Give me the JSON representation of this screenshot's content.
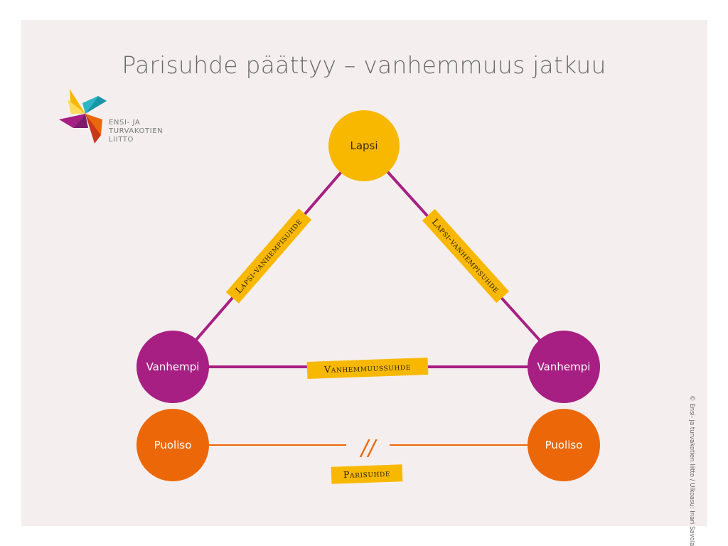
{
  "title": "Parisuhde päättyy – vanhemmuus jatkuu",
  "logo": {
    "lines": [
      "ENSI- JA",
      "TURVAKOTIEN",
      "LIITTO"
    ]
  },
  "nodes": {
    "child": "Lapsi",
    "parent_left": "Vanhempi",
    "parent_right": "Vanhempi",
    "spouse_left": "Puoliso",
    "spouse_right": "Puoliso"
  },
  "relations": {
    "left_edge": "Lapsi-vanhempisuhde",
    "right_edge": "Lapsi-vanhempisuhde",
    "parenthood": "Vanhemmuussuhde",
    "couple": "Parisuhde",
    "break_mark": "//"
  },
  "credit": "© Ensi- ja turvakotien liitto / Ulkoasu: Inari Savola",
  "colors": {
    "background": "#f4efee",
    "child": "#f9b800",
    "parent": "#a71f82",
    "spouse": "#ec6707",
    "tag": "#f9b800",
    "line_parent": "#a71f82",
    "line_couple": "#ec6707"
  }
}
